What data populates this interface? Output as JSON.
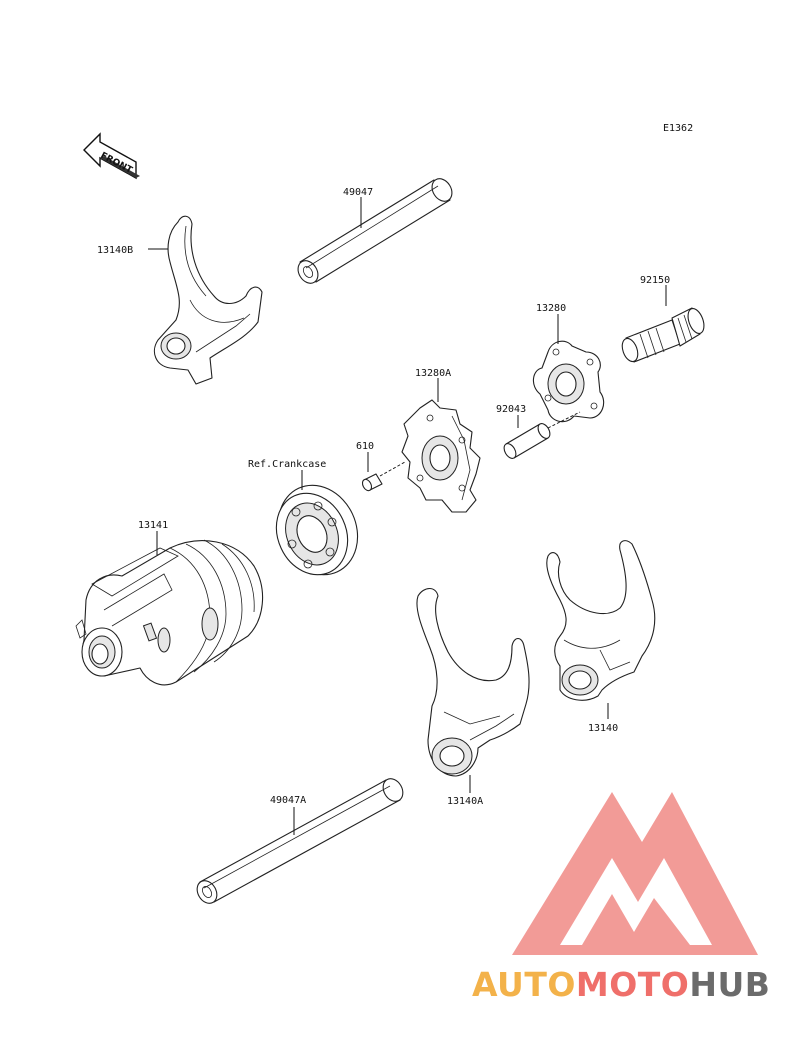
{
  "diagram_code": "E1362",
  "front_label": "FRONT",
  "parts": {
    "fork_13140B": "13140B",
    "shaft_49047": "49047",
    "bolt_92150": "92150",
    "plate_13280": "13280",
    "cam_13280A": "13280A",
    "pin_92043": "92043",
    "pin_610": "610",
    "bearing_ref": "Ref.Crankcase",
    "drum_13141": "13141",
    "fork_13140": "13140",
    "fork_13140A": "13140A",
    "shaft_49047A": "49047A"
  },
  "watermark": {
    "part1": "AUTO",
    "part2": "MOTO",
    "part3": "HUB",
    "color_orange": "#f3b24a",
    "color_red": "#ef6f6a",
    "color_gray": "#6b6b6b"
  }
}
